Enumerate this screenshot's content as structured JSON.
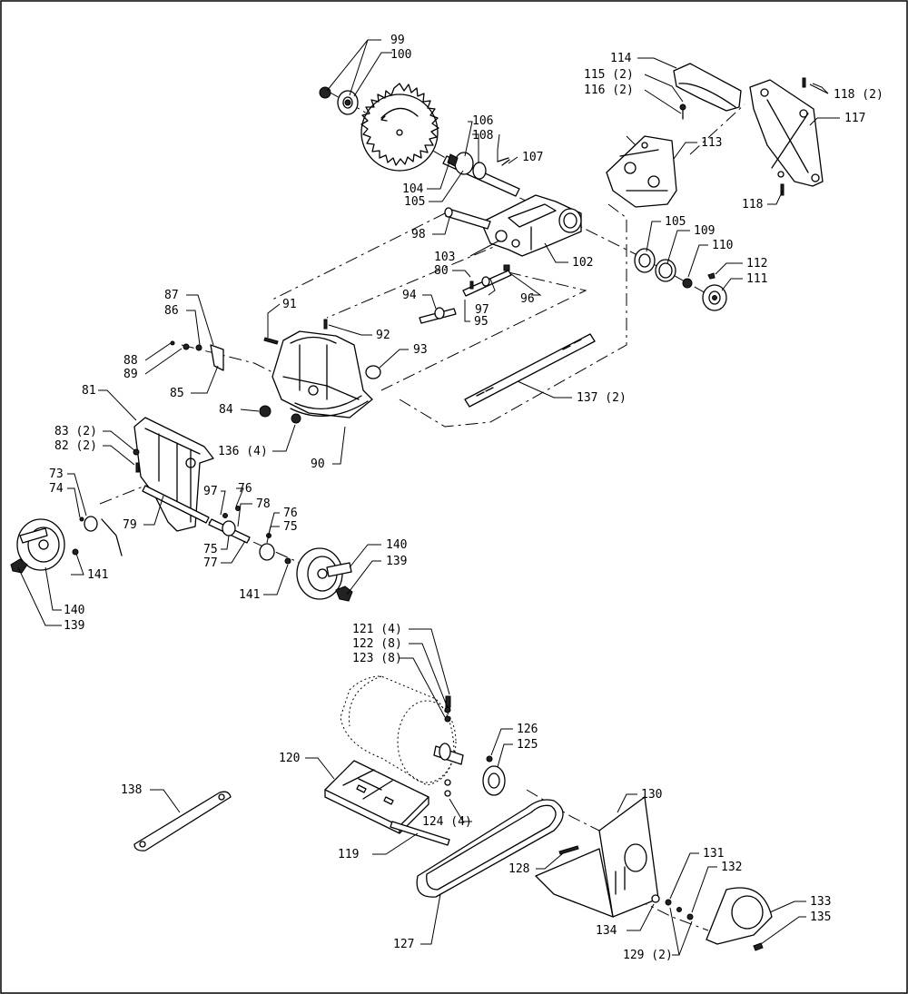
{
  "callouts": {
    "c99": "99",
    "c100": "100",
    "c114": "114",
    "c115": "115 (2)",
    "c116": "116 (2)",
    "c118a": "118 (2)",
    "c117": "117",
    "c113": "113",
    "c106": "106",
    "c108": "108",
    "c107": "107",
    "c104": "104",
    "c105a": "105",
    "c118b": "118",
    "c98": "98",
    "c105b": "105",
    "c109": "109",
    "c110": "110",
    "c103": "103",
    "c102": "102",
    "c112": "112",
    "c111": "111",
    "c80": "80",
    "c87": "87",
    "c86": "86",
    "c94": "94",
    "c97a": "97",
    "c96": "96",
    "c95": "95",
    "c91": "91",
    "c92": "92",
    "c93": "93",
    "c88": "88",
    "c89": "89",
    "c85": "85",
    "c137": "137 (2)",
    "c84": "84",
    "c81": "81",
    "c136": "136 (4)",
    "c83": "83 (2)",
    "c82": "82 (2)",
    "c90": "90",
    "c73": "73",
    "c74": "74",
    "c97b": "97",
    "c76a": "76",
    "c78": "78",
    "c79": "79",
    "c76b": "76",
    "c75a": "75",
    "c75b": "75",
    "c77": "77",
    "c140a": "140",
    "c139a": "139",
    "c141a": "141",
    "c141b": "141",
    "c140b": "140",
    "c139b": "139",
    "c121": "121 (4)",
    "c122": "122 (8)",
    "c123": "123 (8)",
    "c126": "126",
    "c125": "125",
    "c120": "120",
    "c138": "138",
    "c124": "124 (4)",
    "c130": "130",
    "c119": "119",
    "c128": "128",
    "c131": "131",
    "c132": "132",
    "c133": "133",
    "c135": "135",
    "c134": "134",
    "c127": "127",
    "c129": "129 (2)"
  }
}
